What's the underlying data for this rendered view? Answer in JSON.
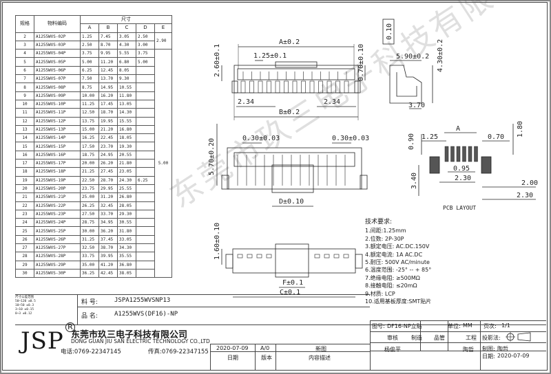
{
  "table": {
    "headers": {
      "pos": "规格",
      "part": "物料编码",
      "dim": "尺寸",
      "a": "A",
      "b": "B",
      "c": "C",
      "d": "D",
      "e": "E"
    },
    "rows": [
      [
        "2",
        "A1255WVS-02P",
        "1.25",
        "7.45",
        "3.05",
        "2.50"
      ],
      [
        "3",
        "A1255WVS-03P",
        "2.50",
        "8.70",
        "4.30",
        "3.00"
      ],
      [
        "4",
        "A1255WVS-04P",
        "3.75",
        "9.95",
        "5.55",
        "3.75"
      ],
      [
        "5",
        "A1255WVS-05P",
        "5.00",
        "11.20",
        "6.80",
        "5.00"
      ],
      [
        "6",
        "A1255WVS-06P",
        "6.25",
        "12.45",
        "8.05",
        ""
      ],
      [
        "7",
        "A1255WVS-07P",
        "7.50",
        "13.70",
        "9.30",
        ""
      ],
      [
        "8",
        "A1255WVS-08P",
        "8.75",
        "14.95",
        "10.55",
        ""
      ],
      [
        "9",
        "A1255WVS-09P",
        "10.00",
        "16.20",
        "11.80",
        ""
      ],
      [
        "10",
        "A1255WVS-10P",
        "11.25",
        "17.45",
        "13.05",
        ""
      ],
      [
        "11",
        "A1255WVS-11P",
        "12.50",
        "18.70",
        "14.30",
        ""
      ],
      [
        "12",
        "A1255WVS-12P",
        "13.75",
        "19.95",
        "15.55",
        ""
      ],
      [
        "13",
        "A1255WVS-13P",
        "15.00",
        "21.20",
        "16.80",
        ""
      ],
      [
        "14",
        "A1255WVS-14P",
        "16.25",
        "22.45",
        "18.05",
        ""
      ],
      [
        "15",
        "A1255WVS-15P",
        "17.50",
        "23.70",
        "19.30",
        ""
      ],
      [
        "16",
        "A1255WVS-16P",
        "18.75",
        "24.95",
        "20.55",
        ""
      ],
      [
        "17",
        "A1255WVS-17P",
        "20.00",
        "26.20",
        "21.80",
        ""
      ],
      [
        "18",
        "A1255WVS-18P",
        "21.25",
        "27.45",
        "23.05",
        ""
      ],
      [
        "19",
        "A1255WVS-19P",
        "22.50",
        "28.70",
        "24.30",
        "6.25"
      ],
      [
        "20",
        "A1255WVS-20P",
        "23.75",
        "29.95",
        "25.55",
        ""
      ],
      [
        "21",
        "A1255WVS-21P",
        "25.00",
        "31.20",
        "26.80",
        ""
      ],
      [
        "22",
        "A1255WVS-22P",
        "26.25",
        "32.45",
        "28.05",
        ""
      ],
      [
        "23",
        "A1255WVS-23P",
        "27.50",
        "33.70",
        "29.30",
        ""
      ],
      [
        "24",
        "A1255WVS-24P",
        "28.75",
        "34.95",
        "30.55",
        ""
      ],
      [
        "25",
        "A1255WVS-25P",
        "30.00",
        "36.20",
        "31.80",
        ""
      ],
      [
        "26",
        "A1255WVS-26P",
        "31.25",
        "37.45",
        "33.05",
        ""
      ],
      [
        "27",
        "A1255WVS-27P",
        "32.50",
        "38.70",
        "34.30",
        ""
      ],
      [
        "28",
        "A1255WVS-28P",
        "33.75",
        "39.95",
        "35.55",
        ""
      ],
      [
        "29",
        "A1255WVS-29P",
        "35.00",
        "41.20",
        "36.80",
        ""
      ],
      [
        "30",
        "A1255WVS-30P",
        "36.25",
        "42.45",
        "38.05",
        ""
      ]
    ],
    "e_values": [
      "2.90",
      "5.00"
    ]
  },
  "tolerance": {
    "title": "尺寸公差范围",
    "rows": [
      "50~120  ±0.5",
      "10~50   ±0.3",
      "3~10    ±0.15",
      "0~3     ±0.12"
    ]
  },
  "title_block": {
    "part_no_label": "料  号:",
    "part_no": "JSPA1255WVSNP13",
    "name_label": "品  名:",
    "name": "A1255WVS(DF16)-NP",
    "drawing_label": "图号:",
    "drawing_no": "DF16-NP立贴",
    "unit_label": "单位:",
    "unit": "MM",
    "page_label": "页次:",
    "page": "1/1",
    "review": "审核",
    "make": "制造",
    "qc": "品管",
    "eng": "工程",
    "projection": "投影法:",
    "drawn_label": "制图:",
    "drawn": "陶哲",
    "reviewer": "杨俊平",
    "engineer": "陶哲",
    "date_label": "日期:",
    "date": "2020-07-09",
    "rev_date": "2020-07-09",
    "rev": "A/0",
    "rev_desc": "新图",
    "col_date": "日期",
    "col_ver": "版本",
    "col_desc": "内容描述"
  },
  "company": {
    "logo": "JSP",
    "reg": "R",
    "name_cn": "东莞市玖三电子科技有限公司",
    "name_en": "DONG GUAN JIU SAN ELECTRIC TECHNOLOGY CO.,LTD",
    "phone": "电话:0769-22347145",
    "fax": "传真:0769-22347155",
    "watermark": "东莞市玖三电子科技有限公司"
  },
  "notes": {
    "title": "技术要求:",
    "items": [
      "1.间距:1.25mm",
      "2.位数: 2P-30P",
      "3.额定电压: AC.DC.150V",
      "4.额定电流: 1A AC.DC",
      "5.耐压: 500V AC/minute",
      "6.温度范围: -25° -- + 85°",
      "7.绝缘电阻: ≥500MΩ",
      "8.接触电阻: ≤20mΩ",
      "9.材质: LCP",
      "10.适用基板厚度:SMT贴片"
    ]
  },
  "dims": {
    "a": "A±0.2",
    "a125": "1.25±0.1",
    "b": "B±0.2",
    "left_234": "2.34",
    "right_234": "2.34",
    "h260": "2.60±0.1",
    "h070": "0.70±0.10",
    "side_010": "0.10",
    "side_590": "5.90±0.2",
    "side_430": "4.30±0.2",
    "side_370": "3.70",
    "pitch_a": "0.30±0.03",
    "pitch_b": "0.30±0.03",
    "h570": "5.70±0.20",
    "d": "D±0.10",
    "h160": "1.60±0.10",
    "f": "F±0.1",
    "c": "C±0.1",
    "pcb_a": "A",
    "pcb_125": "1.25",
    "pcb_090": "0.90",
    "pcb_070": "0.70",
    "pcb_180": "1.80",
    "pcb_095": "0.95",
    "pcb_230a": "2.30",
    "pcb_340": "3.40",
    "pcb_200": "2.00",
    "pcb_230b": "2.30",
    "pcb_title": "PCB LAYOUT"
  }
}
